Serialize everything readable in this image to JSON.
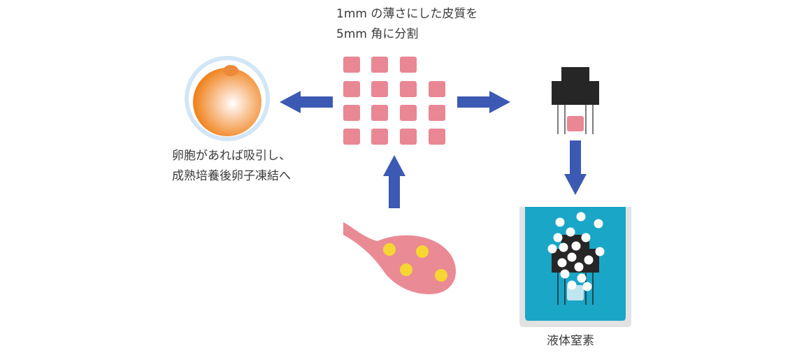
{
  "labels": {
    "slice_line1": "1mm の薄さにした皮質を",
    "slice_line2": "5mm 角に分割",
    "egg_line1": "卵胞があれば吸引し、",
    "egg_line2": "成熟培養後卵子凍結へ",
    "liquid_nitrogen": "液体窒素"
  },
  "colors": {
    "tissue_pink": "#e98794",
    "ovary_pink": "#ea8a95",
    "follicle_yellow": "#f5d633",
    "arrow_blue": "#3c59b3",
    "egg_orange": "#f08a2c",
    "egg_ring": "#cfe4f5",
    "nitrogen_cyan": "#1aa6c6",
    "container_gray": "#e2e2e2",
    "holder_black": "#262626"
  },
  "icons": {
    "ovary": "ovary-with-follicles-icon",
    "egg": "oocyte-icon",
    "tissue": "tissue-pieces-grid-icon",
    "holder": "cryo-holder-icon",
    "tank": "liquid-nitrogen-tank-icon",
    "arrows": [
      "arrow-up-icon",
      "arrow-left-icon",
      "arrow-right-icon",
      "arrow-down-icon"
    ]
  }
}
